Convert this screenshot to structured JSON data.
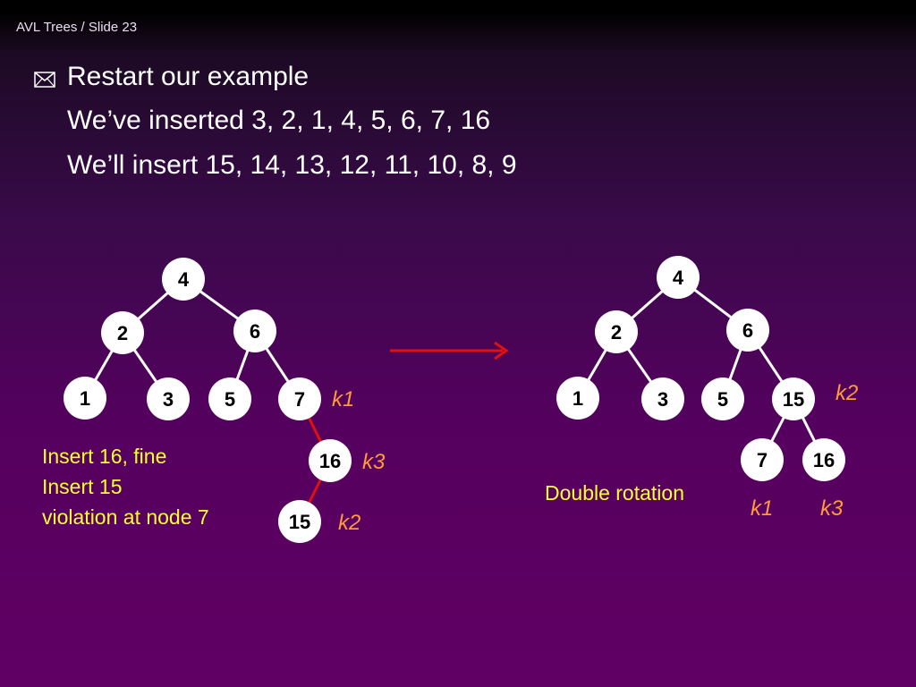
{
  "slide": {
    "label": "AVL Trees / Slide 23",
    "bullet_icon": "envelope-icon",
    "lines": [
      "Restart our example",
      "We’ve inserted 3, 2, 1, 4, 5, 6, 7, 16",
      "We’ll insert 15, 14, 13, 12, 11, 10, 8, 9"
    ]
  },
  "colors": {
    "node_fill": "#ffffff",
    "edge": "#ffffff",
    "red_edge": "#e01010",
    "arrow": "#e01010",
    "tag": "#ff9a3c",
    "note": "#ffff33"
  },
  "left_tree": {
    "nodes": [
      "4",
      "2",
      "6",
      "1",
      "3",
      "5",
      "7",
      "16",
      "15"
    ],
    "tags": [
      "k1",
      "k3",
      "k2"
    ],
    "note_lines": [
      "Insert 16, fine",
      "Insert 15",
      "violation at node 7"
    ]
  },
  "right_tree": {
    "nodes": [
      "4",
      "2",
      "6",
      "1",
      "3",
      "5",
      "15",
      "7",
      "16"
    ],
    "tags": [
      "k2",
      "k1",
      "k3"
    ],
    "note": "Double rotation"
  }
}
